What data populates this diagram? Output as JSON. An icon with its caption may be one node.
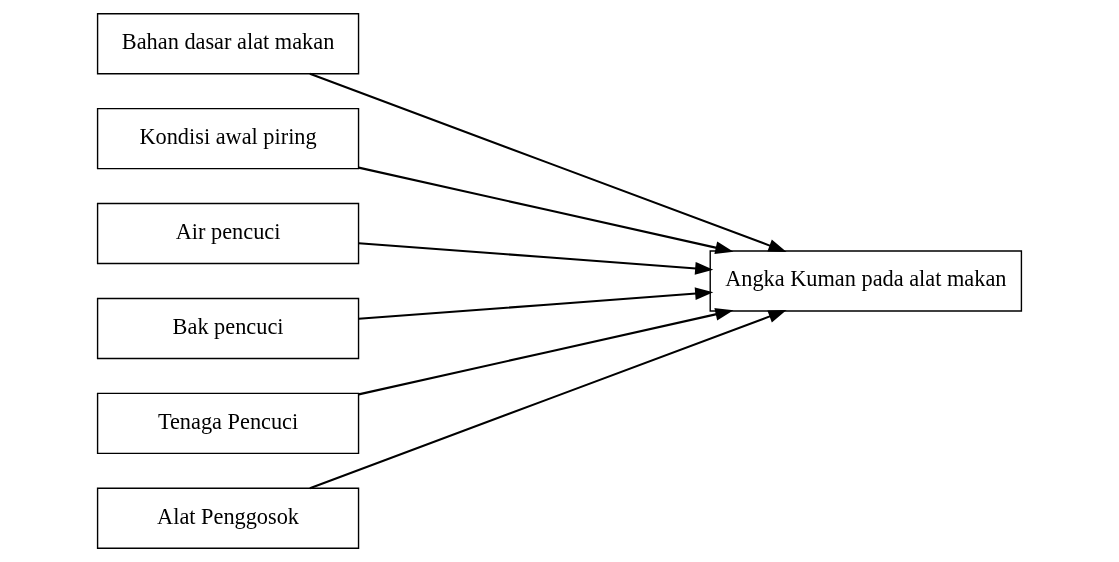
{
  "diagram": {
    "nodes": [
      {
        "text": [
          "Bahan dasar alat makan"
        ]
      },
      {
        "text": [
          "Kondisi awal piring"
        ]
      },
      {
        "text": [
          "Air pencuci"
        ]
      },
      {
        "text": [
          "Bak pencuci"
        ]
      },
      {
        "text": [
          "Tenaga Pencuci"
        ]
      },
      {
        "text": [
          "Alat Penggosok"
        ]
      },
      {
        "text": [
          "Angka Kuman pada alat makan"
        ]
      }
    ],
    "edges": [
      {
        "from": 0,
        "to": 6,
        "arrow": "to"
      },
      {
        "from": 1,
        "to": 6,
        "arrow": "to"
      },
      {
        "from": 2,
        "to": 6,
        "arrow": "to"
      },
      {
        "from": 3,
        "to": 6,
        "arrow": "to"
      },
      {
        "from": 4,
        "to": 6,
        "arrow": "to"
      },
      {
        "from": 5,
        "to": 6,
        "arrow": "to"
      }
    ]
  }
}
